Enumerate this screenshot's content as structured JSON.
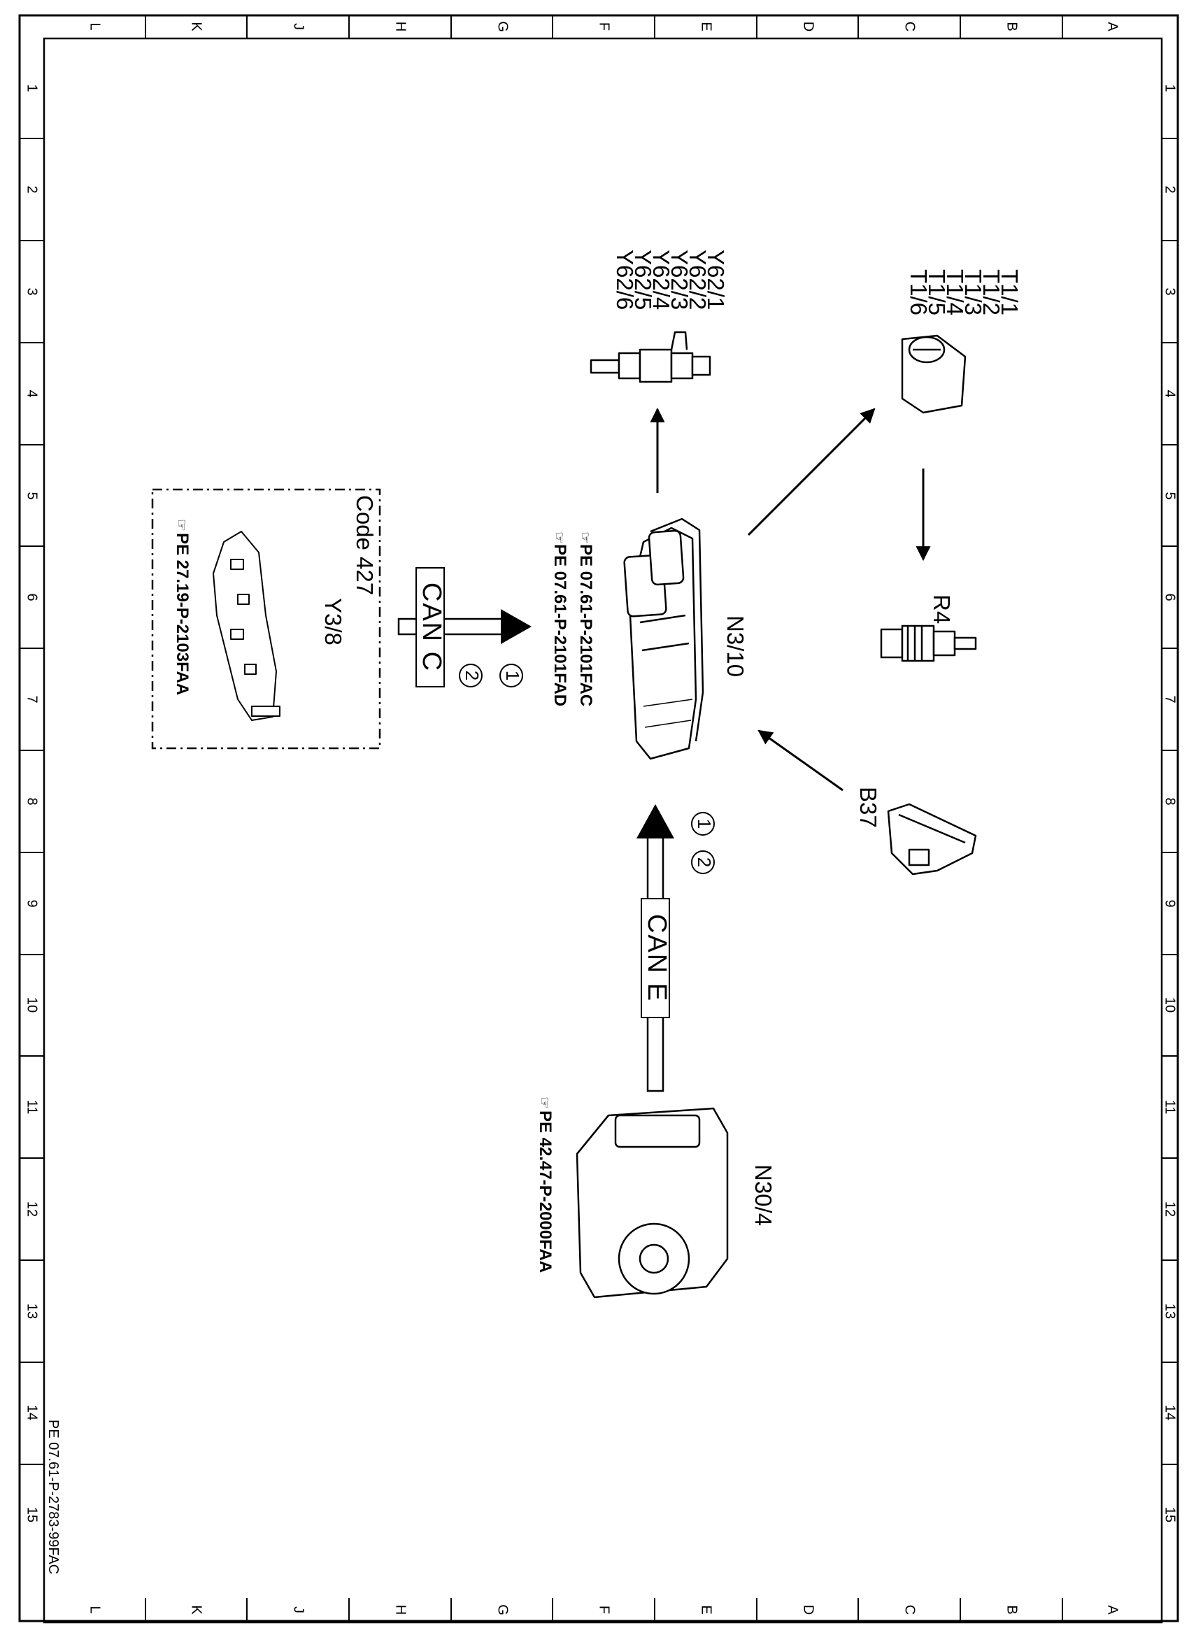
{
  "grid": {
    "columns": [
      "L",
      "K",
      "J",
      "H",
      "G",
      "F",
      "E",
      "D",
      "C",
      "B",
      "A"
    ],
    "rows": [
      "1",
      "2",
      "3",
      "4",
      "5",
      "6",
      "7",
      "8",
      "9",
      "10",
      "11",
      "12",
      "13",
      "14",
      "15"
    ]
  },
  "document_number": "PE 07.61-P-2783-99FAC",
  "components": {
    "n3_10": {
      "label": "N3/10",
      "refs": [
        "PE 07.61-P-2101FAC",
        "PE 07.61-P-2101FAD"
      ]
    },
    "y62": {
      "labels": [
        "Y62/1",
        "Y62/2",
        "Y62/3",
        "Y62/4",
        "Y62/5",
        "Y62/6"
      ]
    },
    "t1": {
      "labels": [
        "T1/1",
        "T1/2",
        "T1/3",
        "T1/4",
        "T1/5",
        "T1/6"
      ]
    },
    "r4": {
      "label": "R4"
    },
    "b37": {
      "label": "B37"
    },
    "y3_8": {
      "code": "Code 427",
      "label": "Y3/8",
      "ref": "PE 27.19-P-2103FAA"
    },
    "n30_4": {
      "label": "N30/4",
      "ref": "PE 42.47-P-2000FAA"
    }
  },
  "buses": {
    "can_c": {
      "label": "CAN C",
      "markers": [
        "1",
        "2"
      ]
    },
    "can_e": {
      "label": "CAN E",
      "markers": [
        "1",
        "2"
      ]
    }
  }
}
